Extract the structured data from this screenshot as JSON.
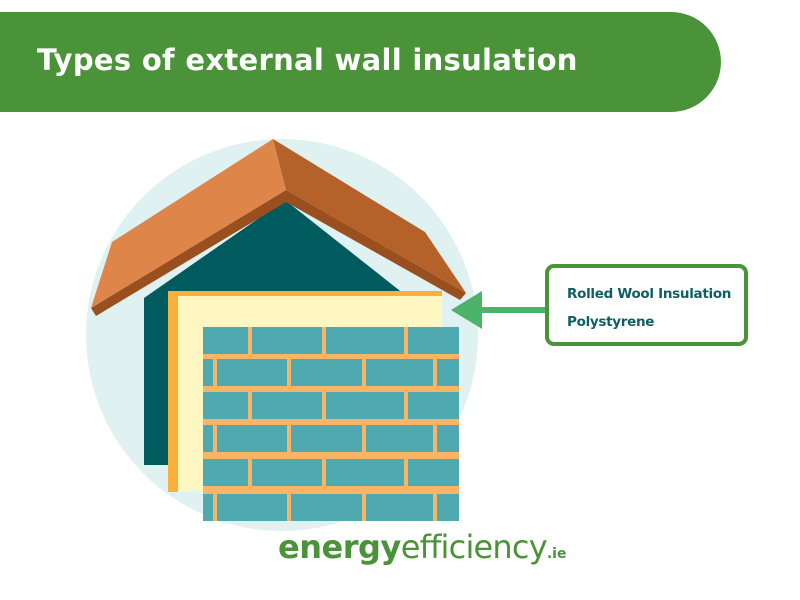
{
  "header": {
    "title": "Types of external wall insulation",
    "background_color": "#4a9339"
  },
  "illustration": {
    "subject": "house-with-external-wall-insulation",
    "colors": {
      "circle": "#dff1f1",
      "roof_light": "#de8549",
      "roof_dark": "#b5622a",
      "roof_edge": "#9a4f1f",
      "wall": "#005b5f",
      "insulation_edge": "#fbb03b",
      "insulation_board": "#fff7c1",
      "brick": "#4fa9b1",
      "mortar": "#f9b466",
      "arrow": "#4cb46a"
    }
  },
  "callout": {
    "items": [
      "Rolled Wool Insulation",
      "Polystyrene"
    ],
    "border_color": "#4a9339",
    "text_color": "#0f5e62"
  },
  "logo": {
    "part_bold": "energy",
    "part_light": "efficiency",
    "tld": ".ie",
    "icon": "leaf-icon"
  }
}
